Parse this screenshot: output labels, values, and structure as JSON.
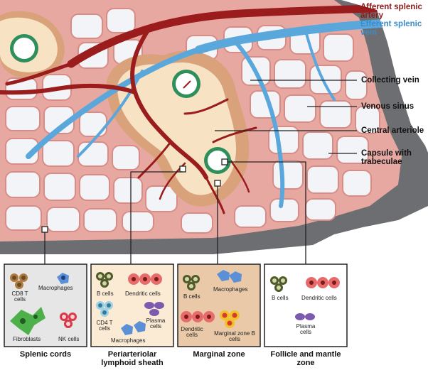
{
  "labels": {
    "afferent_artery": "Afferent splenic artery",
    "efferent_vein": "Efferent splenic vein",
    "collecting_vein": "Collecting vein",
    "venous_sinus": "Venous sinus",
    "central_arteriole": "Central arteriole",
    "capsule": "Capsule with trabeculae"
  },
  "regions": [
    {
      "title": "Splenic cords",
      "cells": {
        "cd8": "CD8 T cells",
        "macrophages": "Macrophages",
        "fibroblasts": "Fibroblasts",
        "nk": "NK cells"
      }
    },
    {
      "title": "Periarteriolar lymphoid sheath",
      "cells": {
        "b": "B cells",
        "dendritic": "Dendritic cells",
        "cd4": "CD4 T cells",
        "plasma": "Plasma cells",
        "macrophages": "Macrophages"
      }
    },
    {
      "title": "Marginal zone",
      "cells": {
        "b": "B cells",
        "macrophages": "Macrophages",
        "dendritic": "Dendritic cells",
        "mz_b": "Marginal zone B cells"
      }
    },
    {
      "title": "Follicle and mantle zone",
      "cells": {
        "b": "B cells",
        "dendritic": "Dendritic cells",
        "plasma": "Plasma cells"
      }
    }
  ],
  "colors": {
    "artery": "#9b1c1c",
    "vein": "#5aa7dc",
    "capsule": "#6d6e71",
    "red_pulp": "#e8a8a2",
    "white_pulp": "#f7e3c3",
    "marginal_zone": "#d9a27b",
    "sinus_fill": "#f3f4f8",
    "panel_grey": "#e6e6e6",
    "panel_cream": "#fbebd4",
    "panel_tan": "#e9c9a8",
    "panel_white": "#ffffff"
  }
}
